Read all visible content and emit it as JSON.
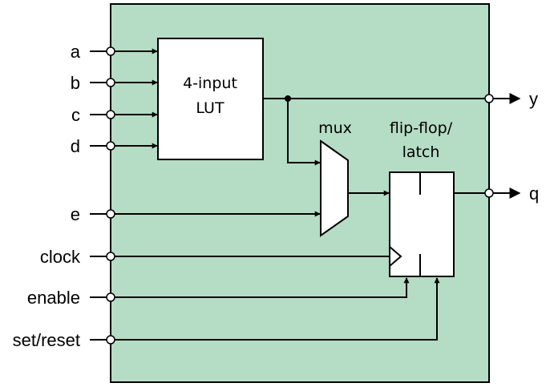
{
  "inputs": {
    "a": "a",
    "b": "b",
    "c": "c",
    "d": "d",
    "e": "e",
    "clock": "clock",
    "enable": "enable",
    "set_reset": "set/reset"
  },
  "outputs": {
    "y": "y",
    "q": "q"
  },
  "blocks": {
    "lut_line1": "4-input",
    "lut_line2": "LUT",
    "mux": "mux",
    "ff_line1": "flip-flop/",
    "ff_line2": "latch"
  },
  "colors": {
    "cell_fill": "#b5dcc4",
    "line": "#000000"
  }
}
